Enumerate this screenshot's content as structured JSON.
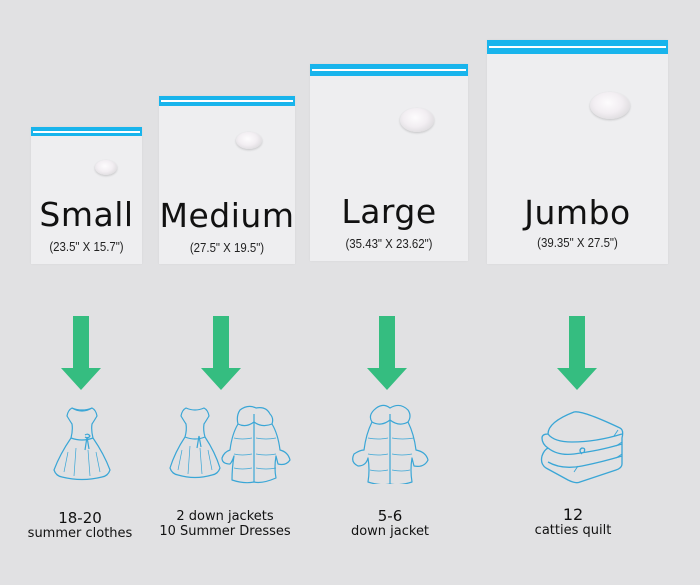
{
  "colors": {
    "background": "#e1e1e3",
    "bag": "#eeeef0",
    "zipper": "#18b4ec",
    "arrow": "#35bd80",
    "icon_stroke": "#3aa6d6"
  },
  "bags": [
    {
      "name": "Small",
      "dimensions": "(23.5\" X 15.7\")"
    },
    {
      "name": "Medium",
      "dimensions": "(27.5\" X 19.5\")"
    },
    {
      "name": "Large",
      "dimensions": "(35.43\" X 23.62\")"
    },
    {
      "name": "Jumbo",
      "dimensions": "(39.35\" X 27.5\")"
    }
  ],
  "capacities": [
    {
      "icon": "dress-icon",
      "line1": "18-20",
      "line2": "summer clothes"
    },
    {
      "icon": "dress-and-down-jacket-icon",
      "line1": "2 down jackets",
      "line2": "10 Summer Dresses"
    },
    {
      "icon": "down-jacket-icon",
      "line1": "5-6",
      "line2": "down jacket"
    },
    {
      "icon": "folded-quilt-icon",
      "line1": "12",
      "line2": "catties quilt"
    }
  ]
}
